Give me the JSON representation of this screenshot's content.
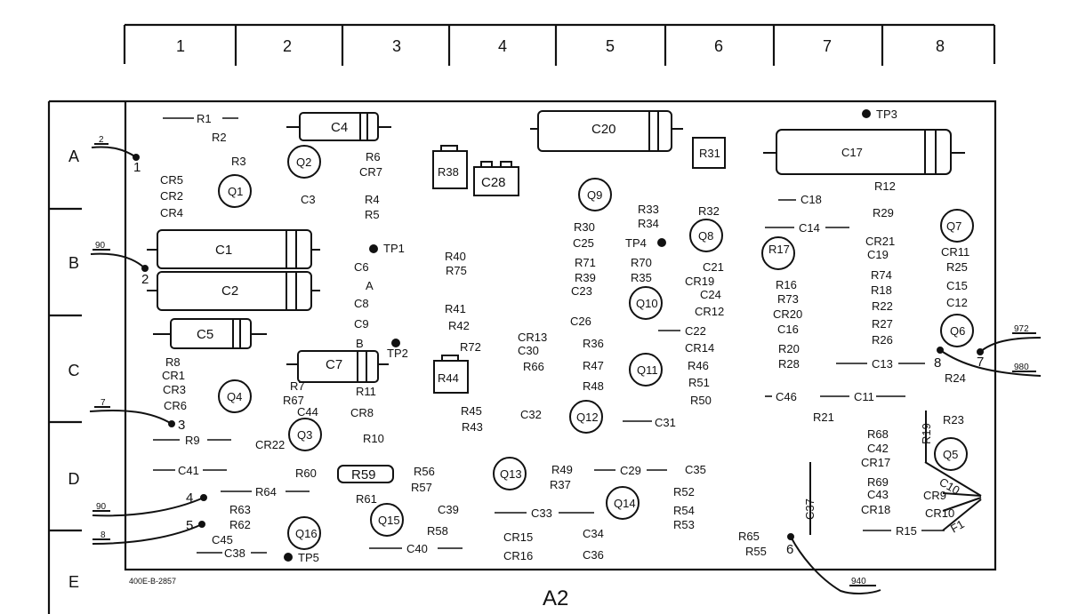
{
  "columns": [
    "1",
    "2",
    "3",
    "4",
    "5",
    "6",
    "7",
    "8"
  ],
  "rows": [
    "A",
    "B",
    "C",
    "D",
    "E"
  ],
  "board_label": "A2",
  "part_number": "400E-B-2857",
  "parts": [
    "R1",
    "R2",
    "R3",
    "CR5",
    "CR2",
    "CR4",
    "Q1",
    "C4",
    "Q2",
    "R6",
    "CR7",
    "C3",
    "R4",
    "R5",
    "R38",
    "C28",
    "C20",
    "Q9",
    "R31",
    "C17",
    "TP3",
    "R33",
    "R34",
    "R30",
    "R32",
    "C18",
    "R12",
    "R29",
    "C14",
    "Q7",
    "C1",
    "C2",
    "C5",
    "C7",
    "TP1",
    "C6",
    "A",
    "C8",
    "C9",
    "B",
    "TP2",
    "R40",
    "R75",
    "R41",
    "R42",
    "R72",
    "R44",
    "CR13",
    "C30",
    "R66",
    "R25",
    "C26",
    "R36",
    "R47",
    "R48",
    "Q11",
    "R46",
    "R51",
    "R50",
    "C22",
    "CR14",
    "R71",
    "R39",
    "C23",
    "R70",
    "R35",
    "C21",
    "CR19",
    "C24",
    "CR12",
    "Q10",
    "Q8",
    "TP4",
    "C25",
    "R17",
    "R16",
    "R73",
    "CR20",
    "C16",
    "R20",
    "R28",
    "C13",
    "CR21",
    "C19",
    "R74",
    "R18",
    "R22",
    "R27",
    "R26",
    "CR11",
    "C15",
    "C12",
    "Q6",
    "R24",
    "R8",
    "CR1",
    "CR3",
    "CR6",
    "Q4",
    "R7",
    "R67",
    "C44",
    "R11",
    "CR8",
    "Q3",
    "R10",
    "R9",
    "CR22",
    "R45",
    "R43",
    "C32",
    "Q12",
    "C31",
    "C46",
    "C11",
    "R21",
    "R23",
    "R19",
    "Q5",
    "C41",
    "R60",
    "R59",
    "R56",
    "R57",
    "Q13",
    "R49",
    "R37",
    "C29",
    "C35",
    "R64",
    "R61",
    "Q15",
    "R63",
    "R62",
    "C45",
    "C38",
    "Q16",
    "TP5",
    "C39",
    "R58",
    "C40",
    "C33",
    "CR15",
    "CR16",
    "C34",
    "C36",
    "Q14",
    "R52",
    "R54",
    "R53",
    "R65",
    "R55",
    "C37",
    "R68",
    "C42",
    "CR17",
    "R69",
    "C43",
    "CR18",
    "CR9",
    "CR10",
    "C10",
    "F1",
    "R15"
  ],
  "connectors": [
    {
      "pin": "1",
      "wire": "2"
    },
    {
      "pin": "2",
      "wire": "90"
    },
    {
      "pin": "3",
      "wire": "7"
    },
    {
      "pin": "4",
      "wire": "90"
    },
    {
      "pin": "5",
      "wire": "8"
    },
    {
      "pin": "6",
      "wire": "940"
    },
    {
      "pin": "7",
      "wire": "972"
    },
    {
      "pin": "8",
      "wire": "980"
    }
  ]
}
